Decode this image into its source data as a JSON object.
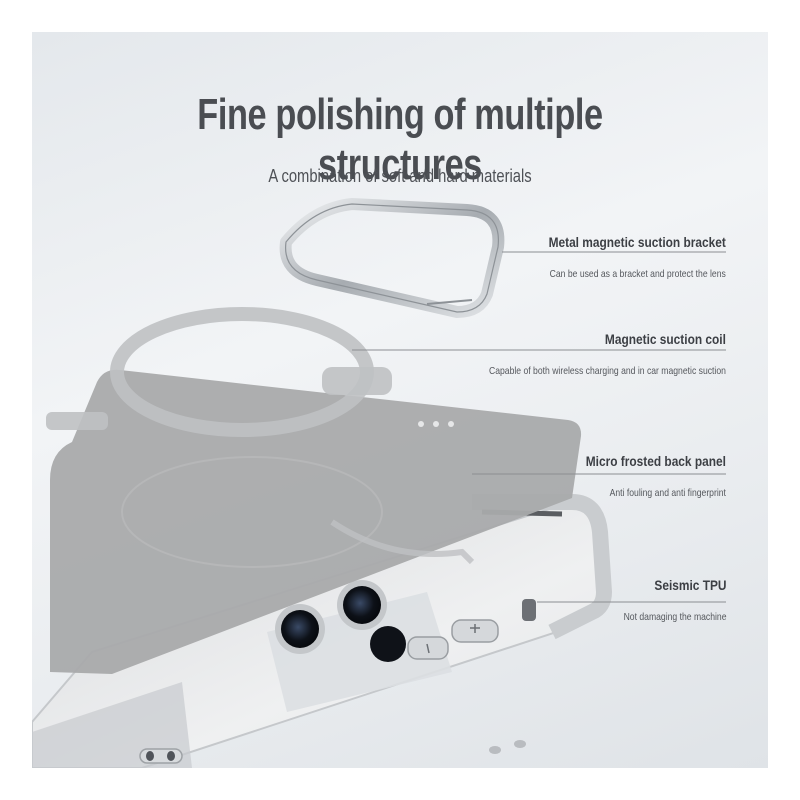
{
  "headline": {
    "title": "Fine polishing of multiple structures",
    "subtitle": "A combination of soft and hard materials"
  },
  "callouts": [
    {
      "heading": "Metal magnetic suction bracket",
      "description": "Can be used as a bracket and protect the lens"
    },
    {
      "heading": "Magnetic suction coil",
      "description": "Capable of both wireless charging and in car magnetic suction"
    },
    {
      "heading": "Micro frosted back panel",
      "description": "Anti fouling and anti fingerprint"
    },
    {
      "heading": "Seismic TPU",
      "description": "Not damaging the machine"
    }
  ],
  "colors": {
    "title": "#4a4d52",
    "text": "#3c3f44",
    "panel": "#a9aaab",
    "tpu": "#c9cccf",
    "metal": "#b8bcc0"
  }
}
